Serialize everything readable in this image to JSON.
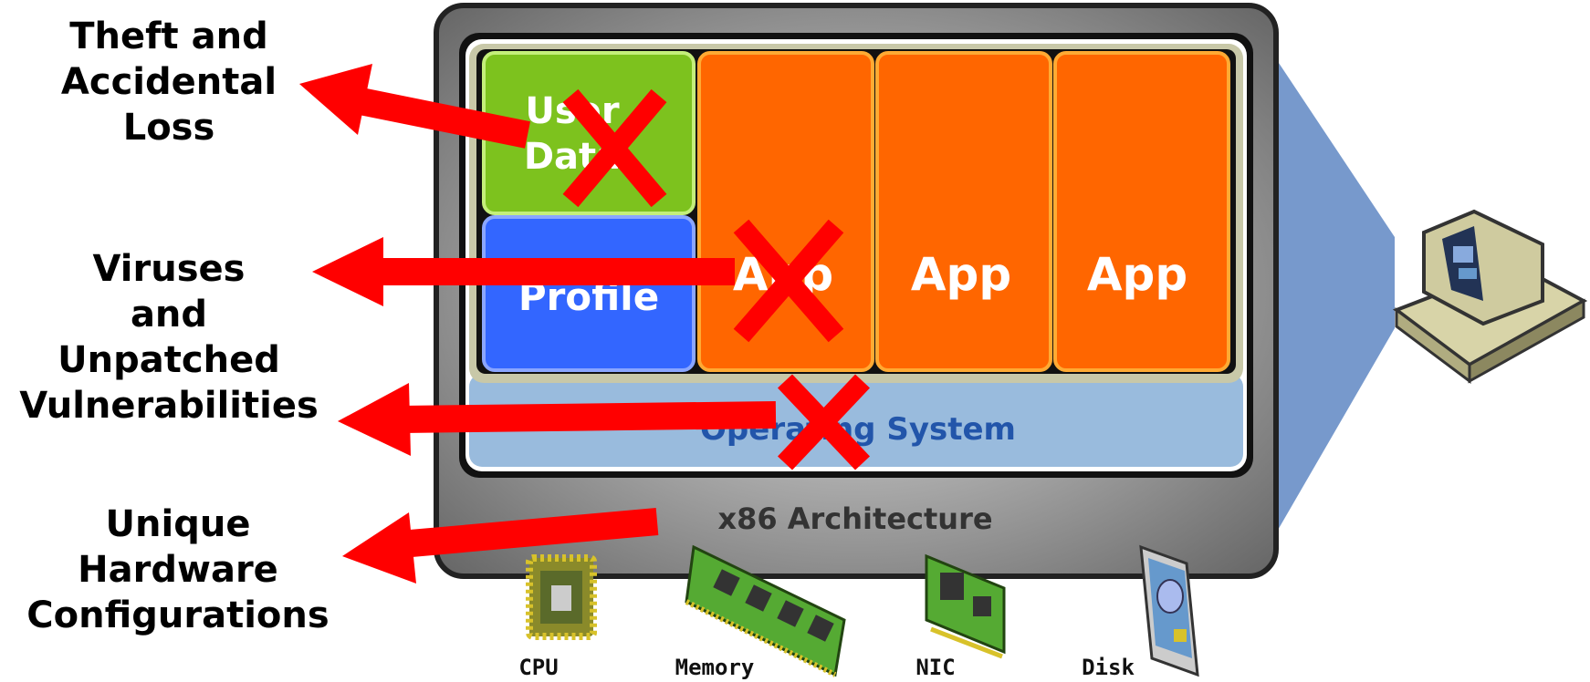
{
  "risks": [
    {
      "lines": [
        "Theft and",
        "Accidental",
        "Loss"
      ]
    },
    {
      "lines": [
        "Viruses",
        "and",
        "Unpatched",
        "Vulnerabilities"
      ]
    },
    {
      "lines": [
        "Unique",
        "Hardware",
        "Configurations"
      ]
    }
  ],
  "stack": {
    "user_data_lines": [
      "User",
      "Data"
    ],
    "profile": "Profile",
    "apps": [
      "App",
      "App",
      "App"
    ],
    "os": "Operating System",
    "arch": "x86 Architecture"
  },
  "hardware": [
    "CPU",
    "Memory",
    "NIC",
    "Disk"
  ],
  "colors": {
    "arrow": "#ff0000",
    "user_data": "#7dc21e",
    "profile": "#3366ff",
    "app": "#ff6600",
    "os": "#99bbdd",
    "os_text": "#2255aa",
    "frame": "#777777",
    "projection": "#7799cc"
  },
  "icons": [
    "cpu-chip-icon",
    "memory-module-icon",
    "network-card-icon",
    "hard-disk-icon",
    "desktop-computer-icon",
    "x-mark-icon"
  ]
}
